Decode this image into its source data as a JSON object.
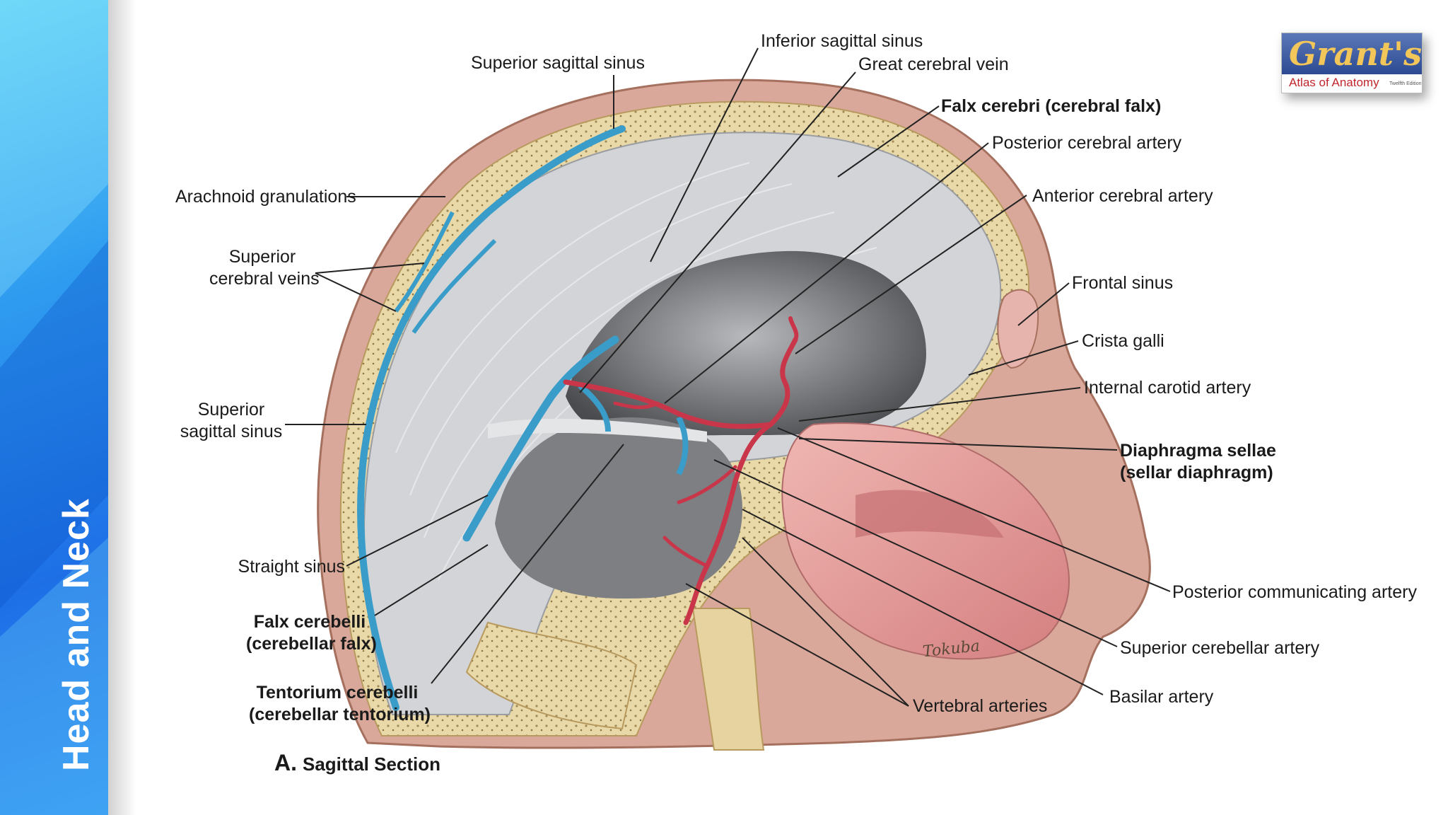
{
  "sidebar": {
    "title": "Head and Neck"
  },
  "logo": {
    "brand": "Grant's",
    "subtitle": "Atlas of Anatomy",
    "edition": "Twelfth Edition"
  },
  "caption": {
    "letter": "A.",
    "text": "Sagittal Section"
  },
  "labels": {
    "superior_sagittal_sinus_top": "Superior sagittal sinus",
    "inferior_sagittal_sinus": "Inferior sagittal sinus",
    "great_cerebral_vein": "Great cerebral vein",
    "falx_cerebri": "Falx cerebri (cerebral falx)",
    "posterior_cerebral_artery": "Posterior cerebral artery",
    "anterior_cerebral_artery": "Anterior cerebral artery",
    "arachnoid_granulations": "Arachnoid granulations",
    "superior_cerebral_veins": [
      "Superior",
      "cerebral veins"
    ],
    "frontal_sinus": "Frontal sinus",
    "crista_galli": "Crista galli",
    "internal_carotid_artery": "Internal carotid artery",
    "superior_sagittal_sinus_left": [
      "Superior",
      "sagittal sinus"
    ],
    "diaphragma_sellae": [
      "Diaphragma sellae",
      "(sellar diaphragm)"
    ],
    "straight_sinus": "Straight sinus",
    "falx_cerebelli": [
      "Falx cerebelli",
      "(cerebellar falx)"
    ],
    "tentorium_cerebelli": [
      "Tentorium cerebelli",
      "(cerebellar tentorium)"
    ],
    "posterior_communicating_artery": "Posterior communicating artery",
    "superior_cerebellar_artery": "Superior cerebellar artery",
    "basilar_artery": "Basilar artery",
    "vertebral_arteries": "Vertebral arteries"
  },
  "signature": "Tokuba",
  "colors": {
    "sidebar_blue": "#1e6fe6",
    "bone": "#e9d9a8",
    "dura_gray": "#cfd2d6",
    "vein_blue": "#3a9cc9",
    "artery_red": "#c9364a",
    "nasal_pink": "#e39a98"
  }
}
